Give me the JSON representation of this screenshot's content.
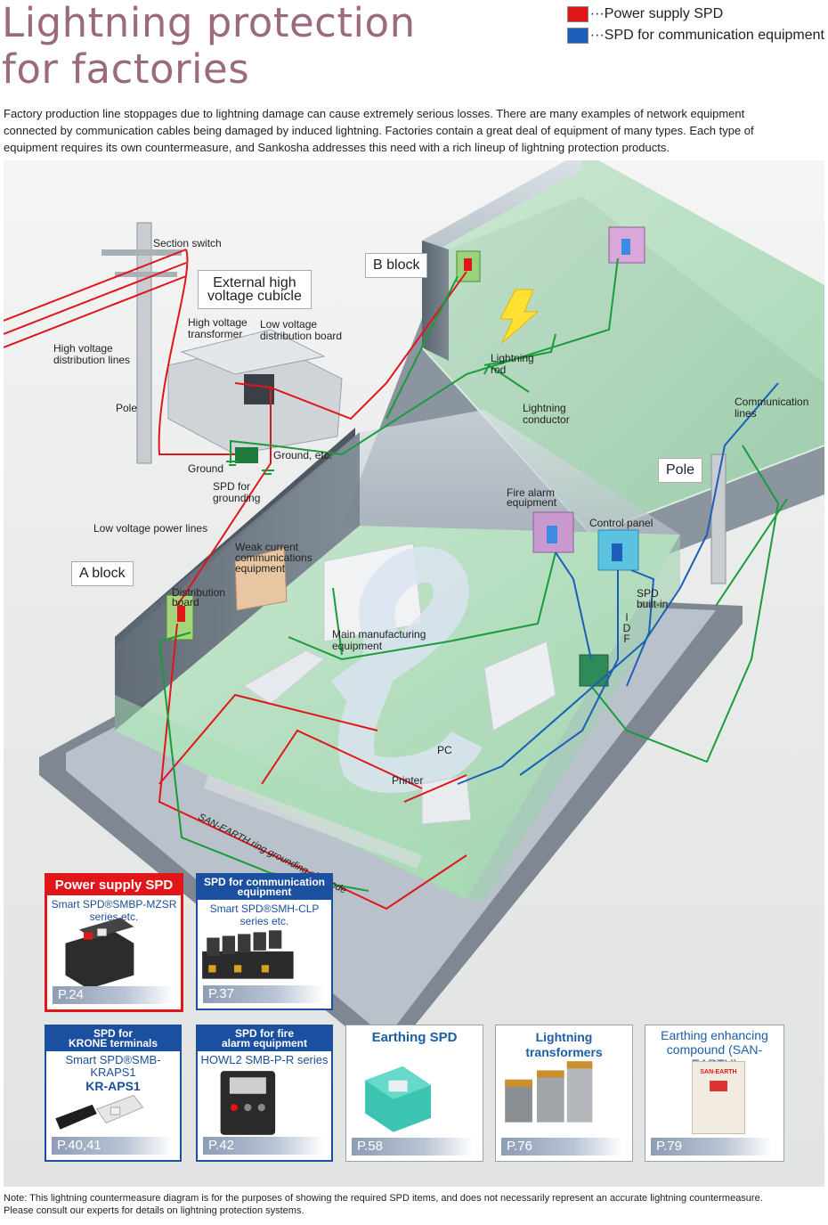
{
  "title_line1": "Lightning protection",
  "title_line2": "for factories",
  "legend": [
    {
      "color": "#e0161b",
      "label": "···Power supply SPD"
    },
    {
      "color": "#1b5fb8",
      "label": "···SPD for communication equipment"
    }
  ],
  "intro": "Factory production line stoppages due to lightning damage can cause extremely serious losses. There are many examples of network equipment connected by communication cables being damaged by induced lightning. Factories contain a great deal of equipment of many types. Each type of equipment requires its own countermeasure, and Sankosha addresses this need with a rich lineup of lightning protection products.",
  "diagram_labels": {
    "section_switch": "Section switch",
    "external_cubicle_1": "External high",
    "external_cubicle_2": "voltage cubicle",
    "hv_transformer_1": "High voltage",
    "hv_transformer_2": "transformer",
    "lv_board_1": "Low voltage",
    "lv_board_2": "distribution board",
    "hv_lines_1": "High voltage",
    "hv_lines_2": "distribution lines",
    "pole_left": "Pole",
    "ground": "Ground",
    "ground_etc": "Ground, etc.",
    "spd_grounding_1": "SPD for",
    "spd_grounding_2": "grounding",
    "lv_power_lines": "Low voltage power lines",
    "b_block": "B block",
    "lightning_rod_1": "Lightning",
    "lightning_rod_2": "rod",
    "lightning_conductor_1": "Lightning",
    "lightning_conductor_2": "conductor",
    "comm_lines_1": "Communication",
    "comm_lines_2": "lines",
    "pole_right": "Pole",
    "fire_alarm_1": "Fire alarm",
    "fire_alarm_2": "equipment",
    "control_panel": "Control panel",
    "weak_current_1": "Weak current",
    "weak_current_2": "communications",
    "weak_current_3": "equipment",
    "a_block": "A block",
    "distribution_board_1": "Distribution",
    "distribution_board_2": "board",
    "spd_builtin_1": "SPD",
    "spd_builtin_2": "built-in",
    "idf": "I D F",
    "main_equipment_1": "Main manufacturing",
    "main_equipment_2": "equipment",
    "pc": "PC",
    "printer": "Printer",
    "ring_electrode": "SAN-EARTH ring grounding electrode"
  },
  "products": [
    {
      "head": "Power supply SPD",
      "sub": "Smart SPD®SMBP-MZSR series etc.",
      "page": "P.24"
    },
    {
      "head_1": "SPD for communication",
      "head_2": "equipment",
      "sub": "Smart SPD®SMH-CLP series etc.",
      "page": "P.37"
    },
    {
      "head_1": "SPD for",
      "head_2": "KRONE terminals",
      "sub_1": "Smart SPD®SMB-KRAPS1",
      "sub_2": "KR-APS1",
      "page": "P.40,41"
    },
    {
      "head_1": "SPD for fire",
      "head_2": "alarm equipment",
      "sub": "HOWL2 SMB-P-R series",
      "page": "P.42"
    },
    {
      "head": "Earthing SPD",
      "page": "P.58"
    },
    {
      "head": "Lightning transformers",
      "page": "P.76"
    },
    {
      "head_1": "Earthing enhancing",
      "head_2": "compound (SAN-EARTH)",
      "bag_text": "SAN-EARTH",
      "page": "P.79"
    }
  ],
  "note_1": "Note: This lightning countermeasure diagram is for the purposes of showing the required SPD items, and does not necessarily represent an accurate lightning countermeasure.",
  "note_2": "Please consult our experts for details on lightning protection systems."
}
